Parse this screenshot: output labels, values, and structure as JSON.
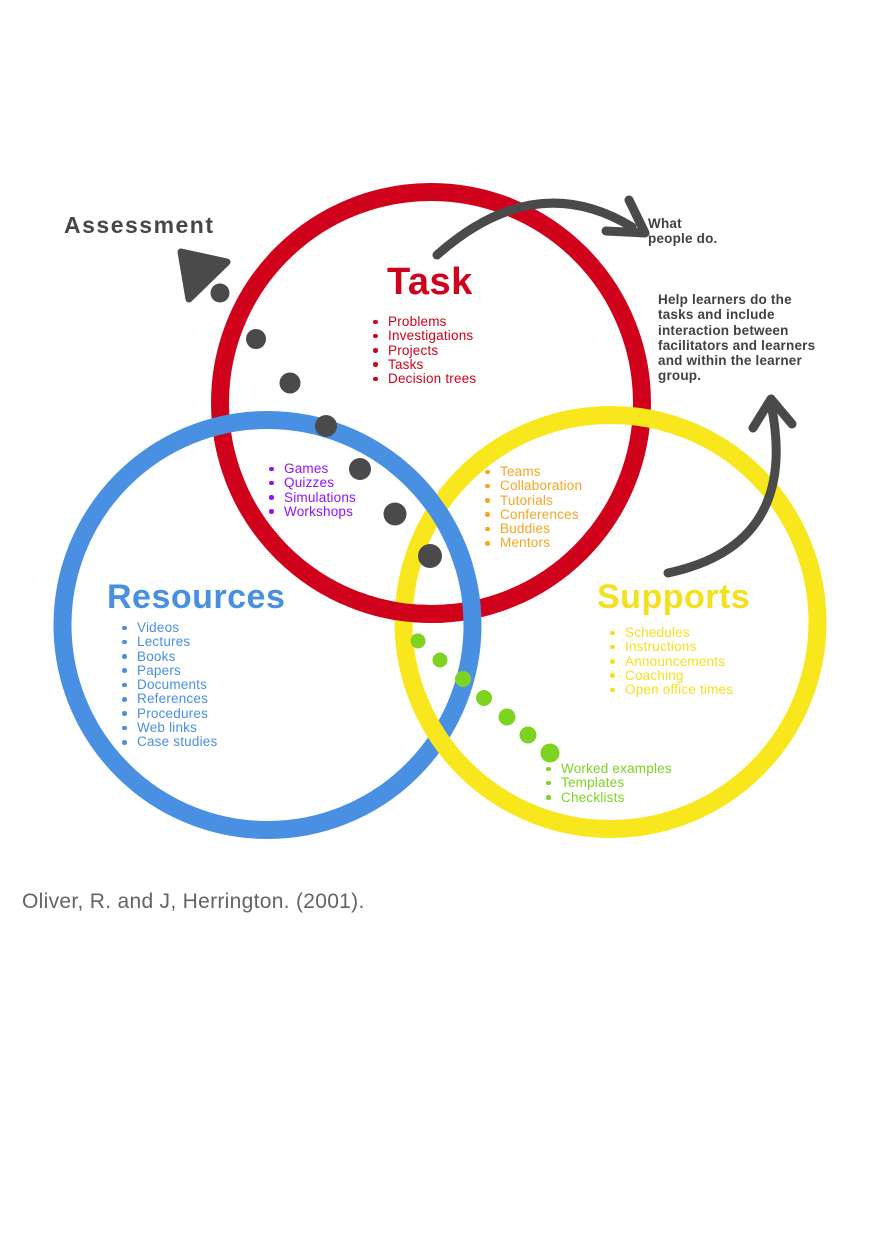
{
  "assessment_label": "Assessment",
  "annotations": {
    "what_people_do": "What\npeople do.",
    "help_learners": "Help learners do the tasks and include interaction between facilitators and learners and within the learner group."
  },
  "citation": "Oliver, R. and J, Herrington. (2001).",
  "colors": {
    "red": "#D0021B",
    "blue": "#4A90E2",
    "yellow": "#F8E71C",
    "purple": "#9013FE",
    "orange": "#F5A623",
    "green": "#7ED321",
    "dark": "#4A4A4A",
    "citation_gray": "#646464"
  },
  "circles": {
    "task": {
      "label": "Task",
      "items": [
        "Problems",
        "Investigations",
        "Projects",
        "Tasks",
        "Decision trees"
      ]
    },
    "resources": {
      "label": "Resources",
      "items": [
        "Videos",
        "Lectures",
        "Books",
        "Papers",
        "Documents",
        "References",
        "Procedures",
        "Web links",
        "Case studies"
      ]
    },
    "supports": {
      "label": "Supports",
      "items": [
        "Schedules",
        "Instructions",
        "Announcements",
        "Coaching",
        "Open office times"
      ]
    }
  },
  "intersections": {
    "task_resources": {
      "items": [
        "Games",
        "Quizzes",
        "Simulations",
        "Workshops"
      ]
    },
    "task_supports": {
      "items": [
        "Teams",
        "Collaboration",
        "Tutorials",
        "Conferences",
        "Buddies",
        "Mentors"
      ]
    },
    "resources_supports": {
      "items": [
        "Worked examples",
        "Templates",
        "Checklists"
      ]
    }
  }
}
